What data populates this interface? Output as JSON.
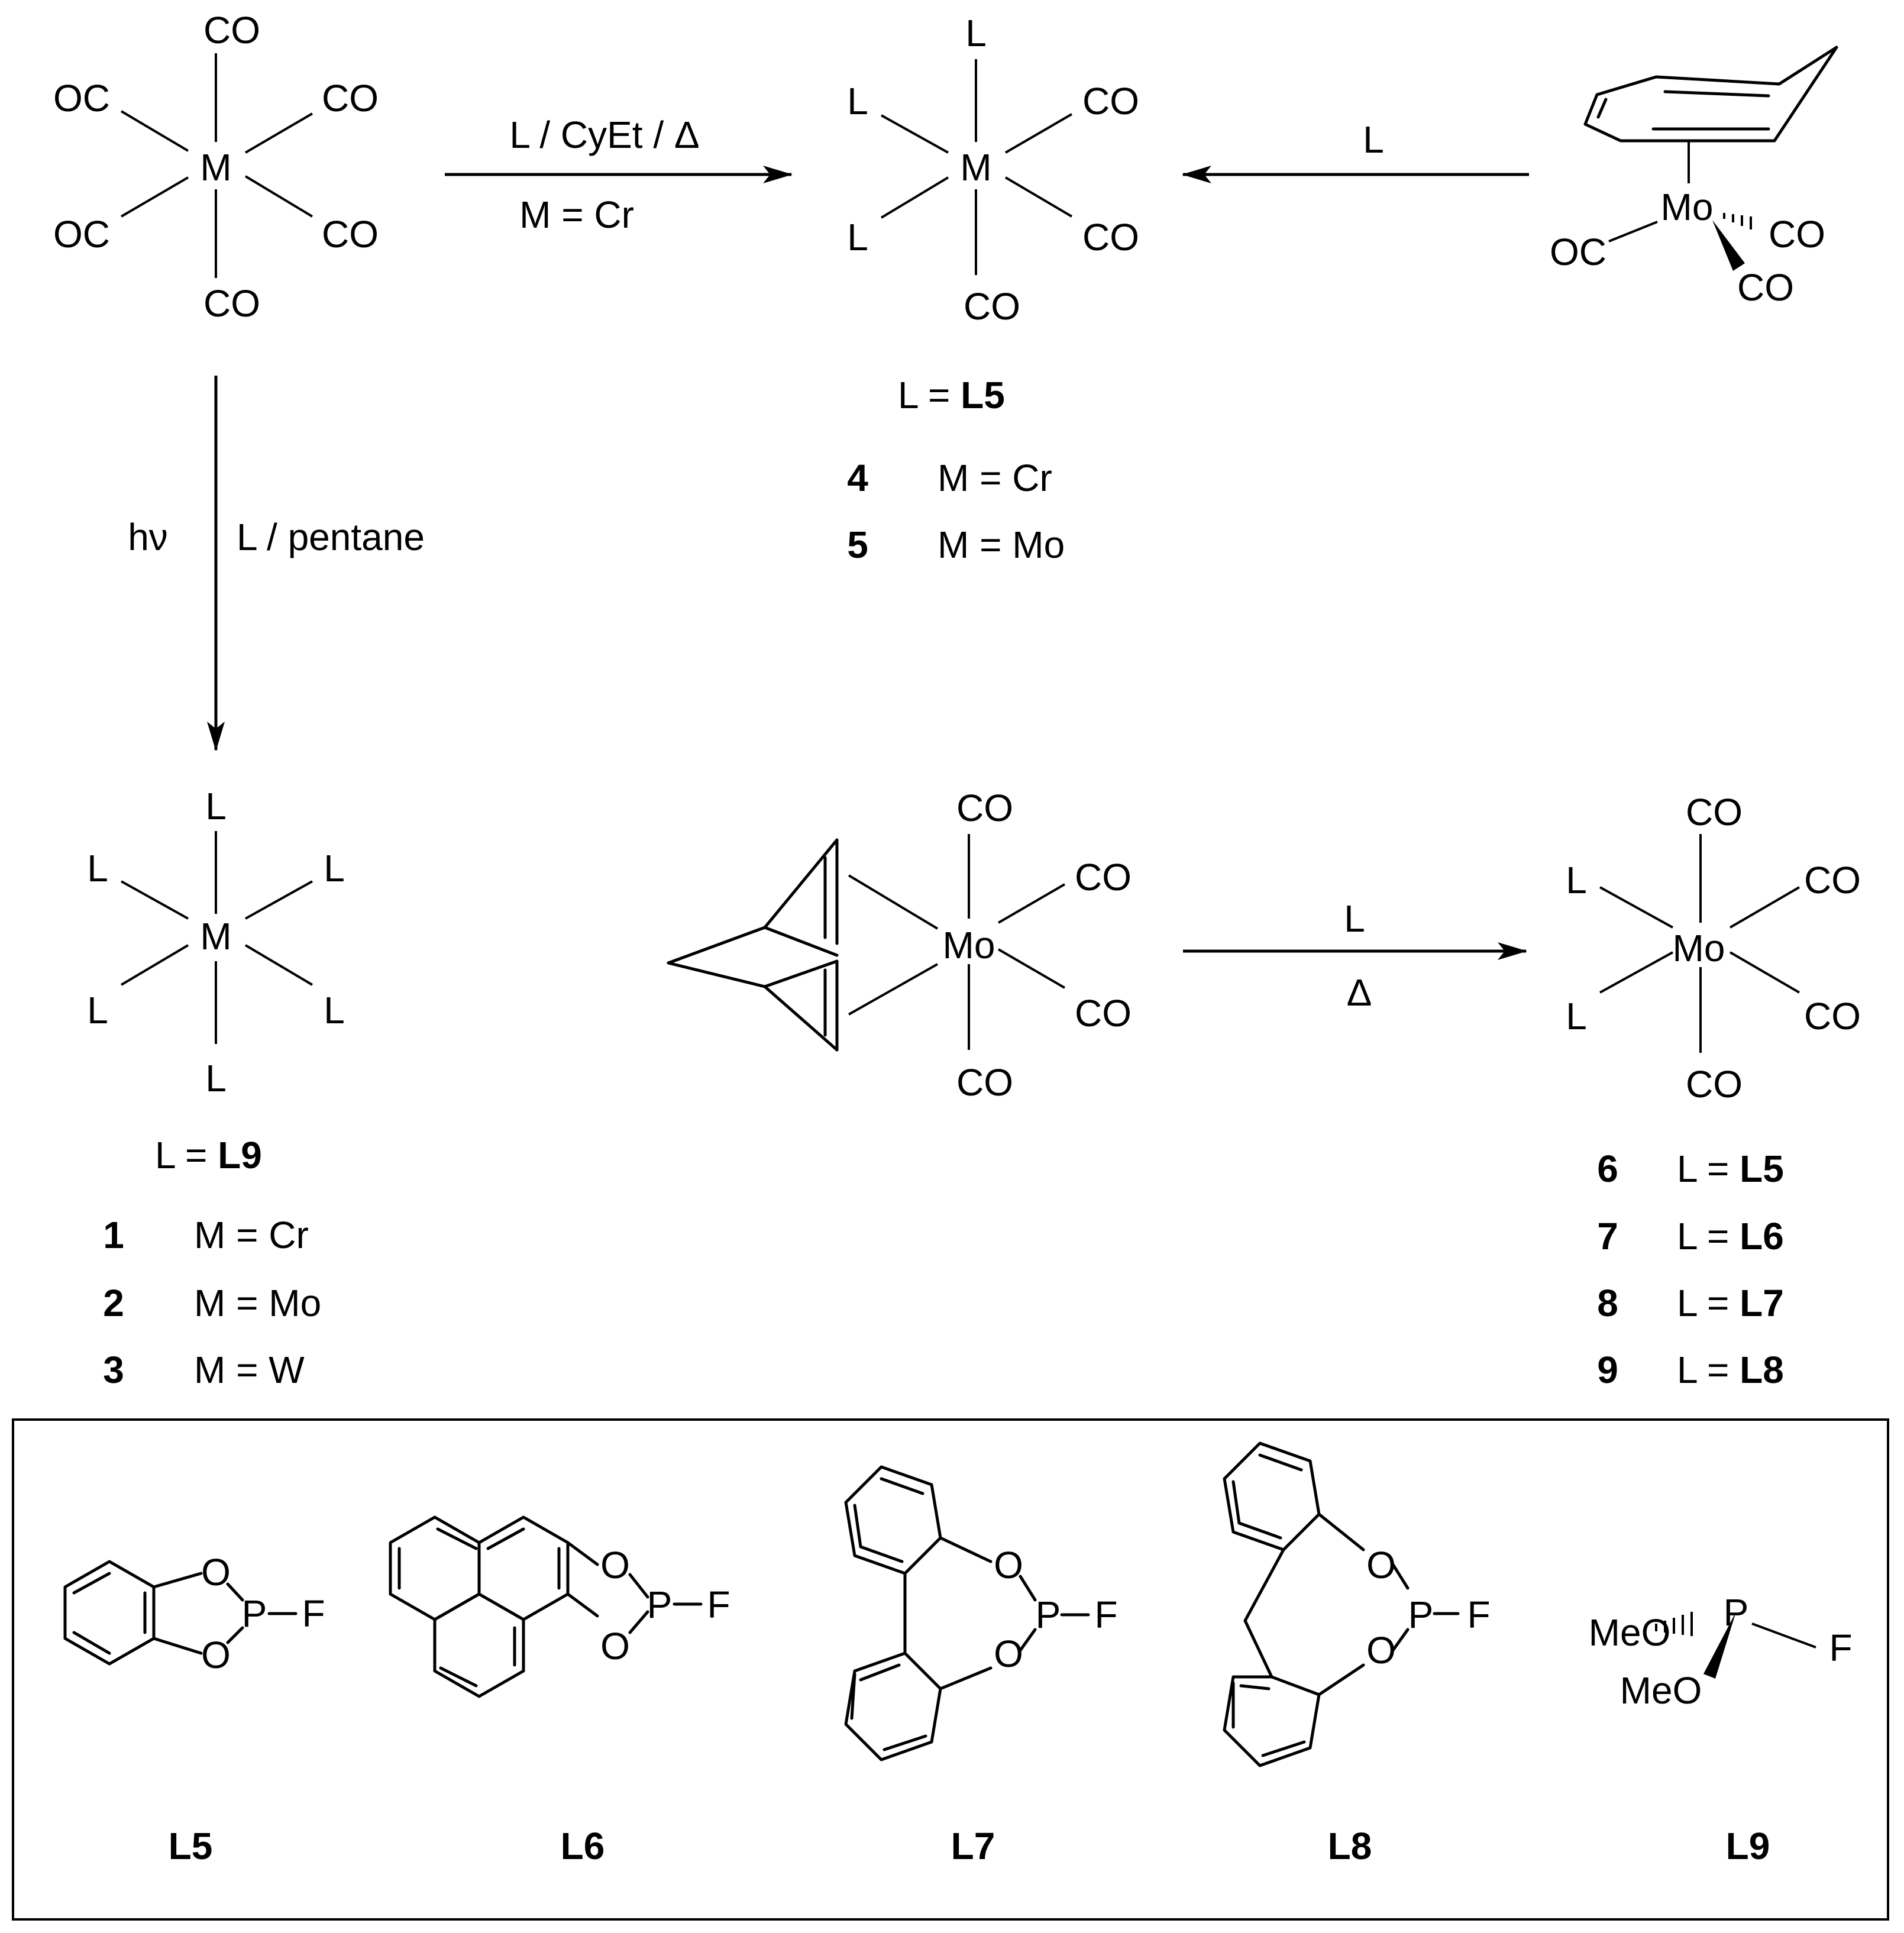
{
  "hexacarbonyl": {
    "metal": "M",
    "co_top": "CO",
    "co_bottom": "CO",
    "oc_upper_left": "OC",
    "co_upper_right": "CO",
    "oc_lower_left": "OC",
    "co_lower_right": "CO"
  },
  "arrow_top": {
    "above": "L / CyEt / Δ",
    "below": "M = Cr"
  },
  "arrow_from_cht": {
    "above": "L"
  },
  "arrow_down": {
    "left": "hν",
    "right": "L / pentane"
  },
  "arrow_nbd": {
    "above": "L",
    "below": "Δ"
  },
  "product_tri": {
    "metal": "M",
    "l_top": "L",
    "l_upper_left": "L",
    "l_lower_left": "L",
    "co_upper_right": "CO",
    "co_lower_right": "CO",
    "co_bottom": "CO",
    "legend_prefix": "L = ",
    "legend_ligand": "L5",
    "entries": [
      {
        "num": "4",
        "text": "M = Cr"
      },
      {
        "num": "5",
        "text": "M = Mo"
      }
    ]
  },
  "cht_complex": {
    "metal": "Mo",
    "oc_left": "OC",
    "co_right": "CO",
    "co_down": "CO"
  },
  "product_hexa": {
    "metal": "M",
    "l_top": "L",
    "l_upper_left": "L",
    "l_upper_right": "L",
    "l_lower_left": "L",
    "l_lower_right": "L",
    "l_bottom": "L",
    "legend_prefix": "L = ",
    "legend_ligand": "L9",
    "entries": [
      {
        "num": "1",
        "text": "M = Cr"
      },
      {
        "num": "2",
        "text": "M = Mo"
      },
      {
        "num": "3",
        "text": "M = W"
      }
    ]
  },
  "nbd_complex": {
    "metal": "Mo",
    "co_top": "CO",
    "co_upper_right": "CO",
    "co_lower_right": "CO",
    "co_bottom": "CO"
  },
  "product_cis": {
    "metal": "Mo",
    "co_top": "CO",
    "l_upper_left": "L",
    "co_upper_right": "CO",
    "l_lower_left": "L",
    "co_lower_right": "CO",
    "co_bottom": "CO",
    "entries": [
      {
        "num": "6",
        "prefix": "L = ",
        "ligand": "L5"
      },
      {
        "num": "7",
        "prefix": "L = ",
        "ligand": "L6"
      },
      {
        "num": "8",
        "prefix": "L = ",
        "ligand": "L7"
      },
      {
        "num": "9",
        "prefix": "L = ",
        "ligand": "L8"
      }
    ]
  },
  "ligands": {
    "L5": {
      "label": "L5",
      "o1": "O",
      "o2": "O",
      "p": "P",
      "f": "F"
    },
    "L6": {
      "label": "L6",
      "o1": "O",
      "o2": "O",
      "p": "P",
      "f": "F"
    },
    "L7": {
      "label": "L7",
      "o1": "O",
      "o2": "O",
      "p": "P",
      "f": "F"
    },
    "L8": {
      "label": "L8",
      "o1": "O",
      "o2": "O",
      "p": "P",
      "f": "F"
    },
    "L9": {
      "label": "L9",
      "meo1": "MeO",
      "meo2": "MeO",
      "p": "P",
      "f": "F"
    }
  }
}
